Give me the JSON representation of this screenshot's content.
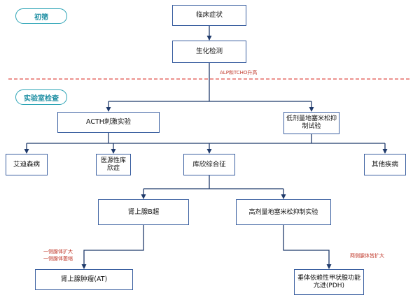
{
  "stages": {
    "screening": "初筛",
    "lab": "实验室检查"
  },
  "nodes": {
    "clinical": "临床症状",
    "biochem": "生化检测",
    "acth": "ACTH刺激实验",
    "low_dex": "低剂量地塞米松抑制试验",
    "addison": "艾迪森病",
    "iatrogenic": "医源性库欣症",
    "cushing": "库欣综合征",
    "other": "其他疾病",
    "adrenal_us": "肾上腺B超",
    "high_dex": "高剂量地塞米松抑制实验",
    "at": "肾上腺肿瘤(AT)",
    "pdh": "垂体依赖性甲状腺功能亢进(PDH)"
  },
  "annotations": {
    "alp": "ALP和TCHO升高",
    "unilateral_1": "一侧腺体扩大",
    "unilateral_2": "一侧腺体萎缩",
    "bilateral": "两侧腺体皆扩大"
  },
  "colors": {
    "box_border": "#3a5fa0",
    "line": "#1f3a6b",
    "pill": "#2aa3b5",
    "dashed": "#e0504a",
    "note": "#c0392b"
  }
}
